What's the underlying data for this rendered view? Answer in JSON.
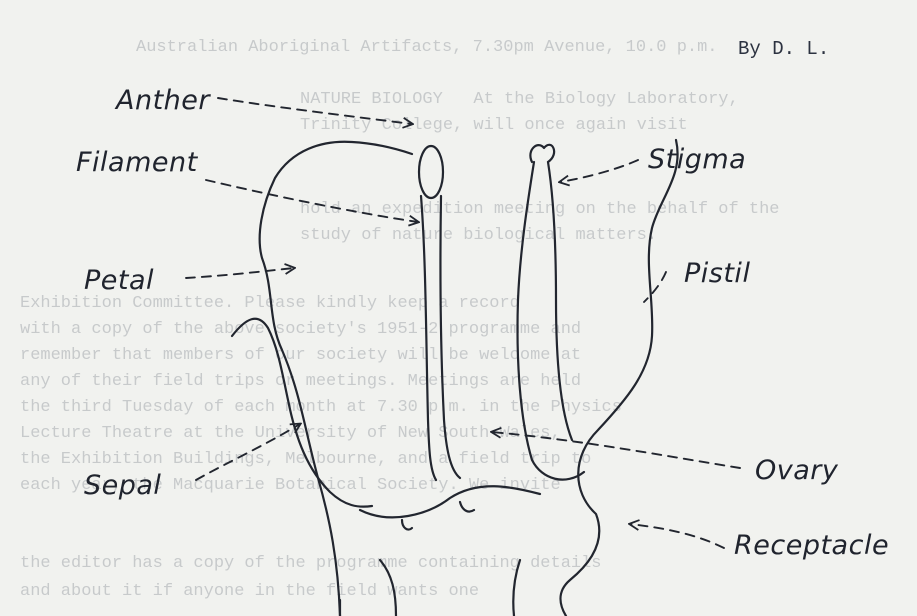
{
  "byline": "By D. L.",
  "labels": {
    "anther": "Anther",
    "filament": "Filament",
    "petal": "Petal",
    "sepal": "Sepal",
    "stigma": "Stigma",
    "pistil": "Pistil",
    "ovary": "Ovary",
    "receptacle": "Receptacle"
  },
  "background_text": [
    "Australian Aboriginal Artifacts, 7.30pm Avenue, 10.0 p.m.",
    "NATURE BIOLOGY   At the Biology Laboratory,",
    "Trinity College, will once again visit",
    "hold an expedition meeting on the behalf of the",
    "study of nature biological matters.",
    "Exhibition Committee. Please kindly keep a record",
    "with a copy of the above society's 1951-2 programme and",
    "remember that members of our society will be welcome at",
    "any of their field trips or meetings. Meetings are held",
    "the third Tuesday of each month at 7.30 p.m. in the Physics",
    "Lecture Theatre at the University of New South Wales,",
    "the Exhibition Buildings, Melbourne, and a field trip to",
    "each year, the Macquarie Botanical Society. We invite",
    "the editor has a copy of the programme containing details",
    "and about it if anyone in the field wants one"
  ]
}
